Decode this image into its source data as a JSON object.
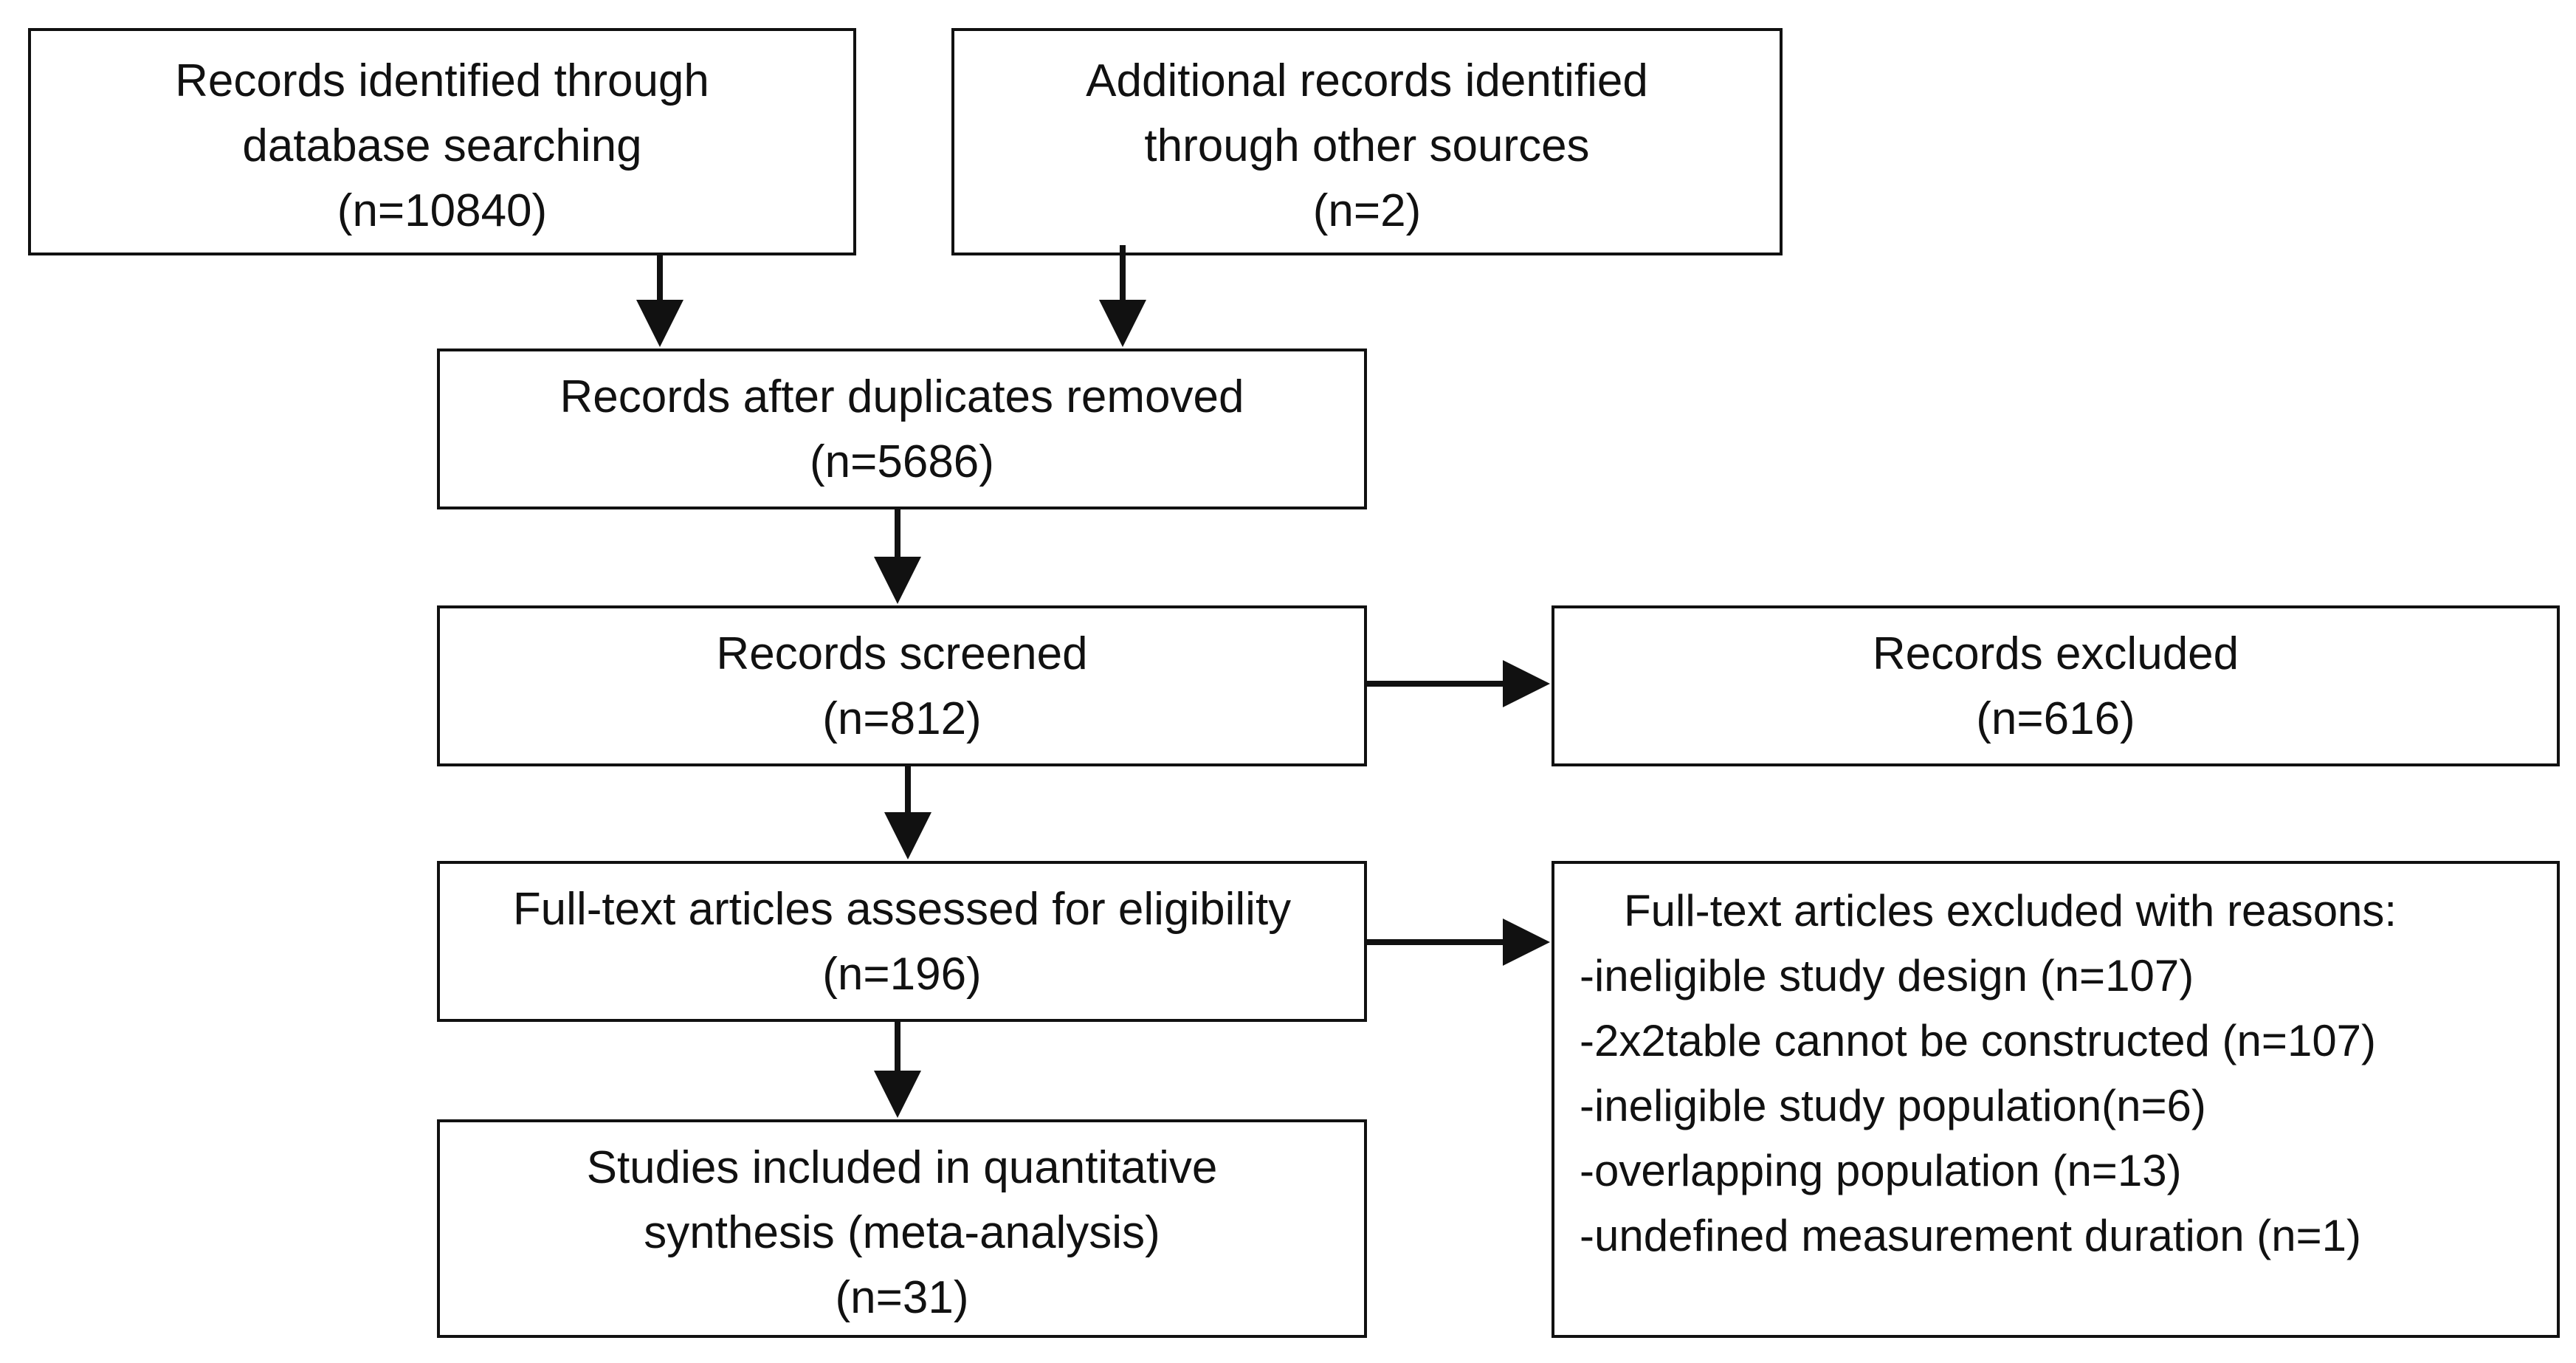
{
  "flowchart": {
    "identified_db": {
      "lines": [
        "Records identified through",
        "database searching",
        "(n=10840)"
      ]
    },
    "identified_other": {
      "lines": [
        "Additional records identified",
        "through other sources",
        "(n=2)"
      ]
    },
    "after_duplicates": {
      "lines": [
        "Records after duplicates removed",
        "(n=5686)"
      ]
    },
    "screened": {
      "lines": [
        "Records screened",
        "(n=812)"
      ]
    },
    "excluded": {
      "lines": [
        "Records excluded",
        "(n=616)"
      ]
    },
    "assessed": {
      "lines": [
        "Full-text articles assessed for eligibility",
        "(n=196)"
      ]
    },
    "excluded_reasons": {
      "heading": "Full-text articles excluded with reasons:",
      "reasons": [
        "-ineligible study design (n=107)",
        "-2x2table cannot be constructed (n=107)",
        "-ineligible study population(n=6)",
        "-overlapping population (n=13)",
        "-undefined measurement duration (n=1)"
      ]
    },
    "included": {
      "lines": [
        "Studies included in quantitative",
        "synthesis (meta-analysis)",
        "(n=31)"
      ]
    }
  }
}
